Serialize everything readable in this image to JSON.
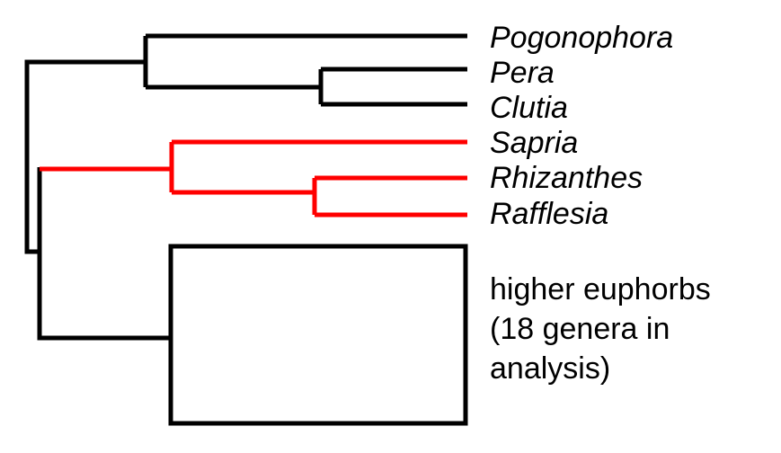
{
  "colors": {
    "default_branch": "#000000",
    "highlight_branch": "#ff0000",
    "background": "#ffffff"
  },
  "taxa": [
    {
      "name": "Pogonophora",
      "highlight": false
    },
    {
      "name": "Pera",
      "highlight": false
    },
    {
      "name": "Clutia",
      "highlight": false
    },
    {
      "name": "Sapria",
      "highlight": true
    },
    {
      "name": "Rhizanthes",
      "highlight": true
    },
    {
      "name": "Rafflesia",
      "highlight": true
    }
  ],
  "collapsed_group": {
    "lines": [
      "higher euphorbs",
      "(18 genera in",
      "analysis)"
    ]
  },
  "tree": {
    "newick": "((Pogonophora,(Pera,Clutia)),((Sapria,(Rhizanthes,Rafflesia)),higher euphorbs));",
    "highlighted_clade": [
      "Sapria",
      "Rhizanthes",
      "Rafflesia"
    ]
  }
}
